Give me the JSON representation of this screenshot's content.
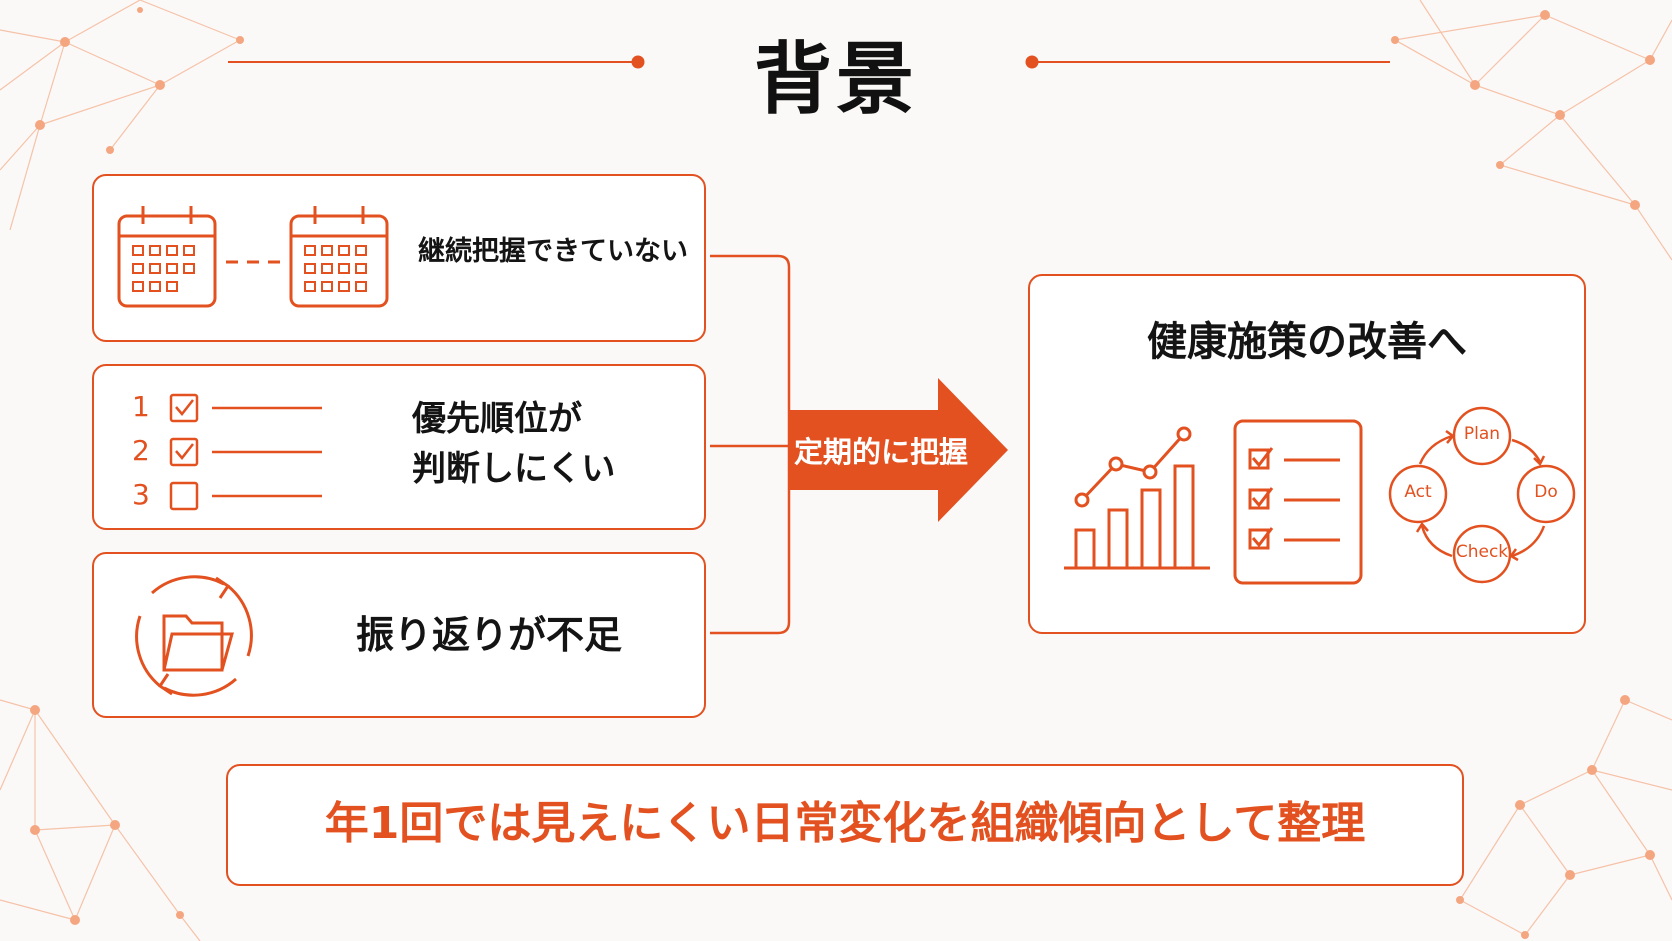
{
  "title": "背景",
  "problems": [
    {
      "text": "継続把握できていない"
    },
    {
      "text_line1": "優先順位が",
      "text_line2": "判断しにくい",
      "list_numbers": [
        "1",
        "2",
        "3"
      ]
    },
    {
      "text": "振り返りが不足"
    }
  ],
  "arrow_label": "定期的に把握",
  "goal": {
    "title": "健康施策の改善へ",
    "pdca": [
      "Plan",
      "Do",
      "Check",
      "Act"
    ]
  },
  "conclusion": "年1回では見えにくい日常変化を組織傾向として整理",
  "colors": {
    "accent": "#e2511f",
    "accent_light": "#f3a07e",
    "text": "#111111",
    "background": "#faf9f8"
  }
}
